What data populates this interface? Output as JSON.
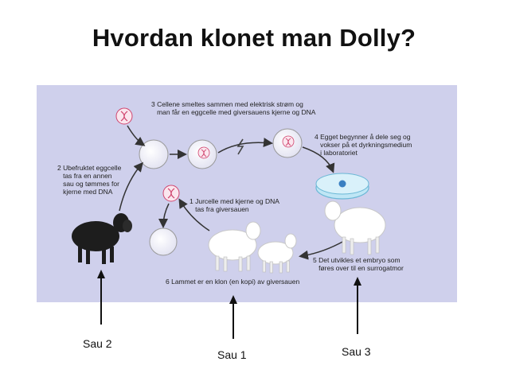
{
  "title": "Hvordan klonet man Dolly?",
  "steps": {
    "s1": "1 Jurcelle med kjerne og DNA\n   tas fra giversauen",
    "s2": "2 Ubefruktet eggcelle\n   tas fra en annen\n   sau og tømmes for\n   kjerne med DNA",
    "s3": "3 Cellene smeltes sammen med elektrisk strøm og\n   man får en eggcelle med giversauens kjerne og DNA",
    "s4": "4 Egget begynner å dele seg og\n   vokser på et dyrkningsmedium\n   i laboratoriet",
    "s5": "5 Det utvikles et embryo som\n   føres over til en surrogatmor",
    "s6": "6 Lammet er en klon (en kopi) av giversauen"
  },
  "labels": {
    "sau2": "Sau 2",
    "sau1": "Sau 1",
    "sau3": "Sau 3"
  },
  "colors": {
    "panel": "#cfd0ec",
    "cell": "#f4f4fb",
    "dna": "#d0456f",
    "arrow": "#333333"
  }
}
